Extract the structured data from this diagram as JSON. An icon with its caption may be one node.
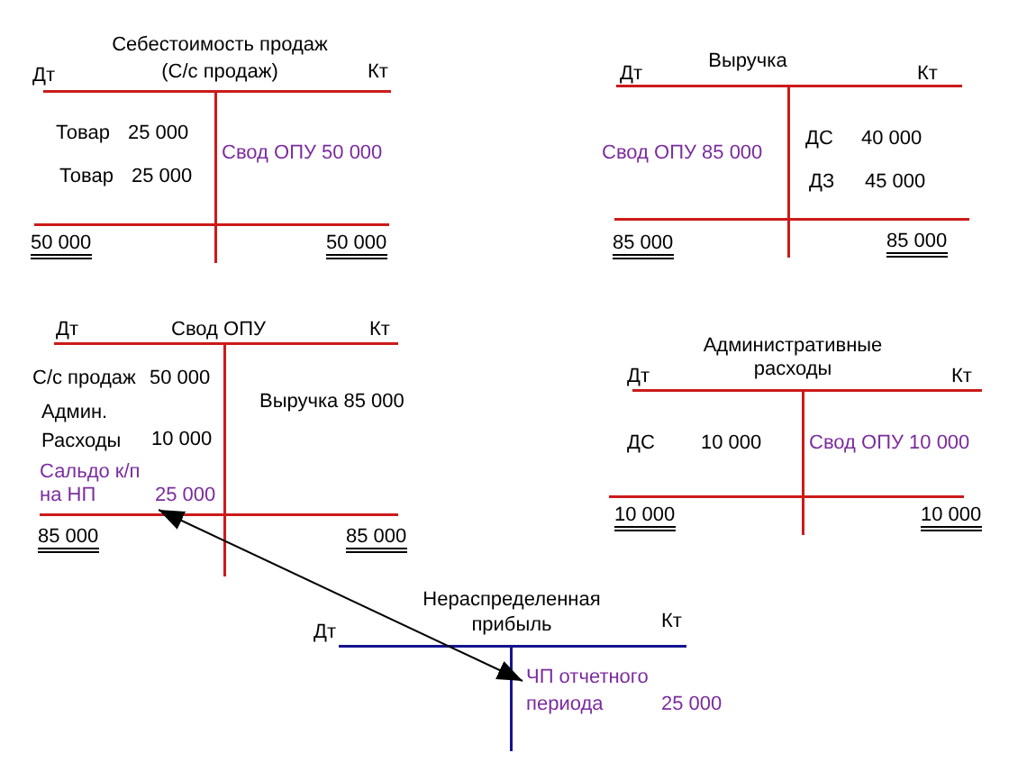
{
  "diagram": {
    "nodes": [
      {
        "text": [
          "Дт",
          "Себестоимость продаж (С/с продаж)",
          "Кт",
          "Товар",
          "25 000",
          "Товар",
          "25 000",
          "Свод ОПУ 50 000",
          "50 000",
          "50 000"
        ]
      },
      {
        "text": [
          "Выручка",
          "Дт",
          "Кт",
          "Свод ОПУ 85 000",
          "ДС",
          "40 000",
          "ДЗ",
          "45 000",
          "85 000",
          "85 000"
        ]
      },
      {
        "text": [
          "Дт",
          "Свод ОПУ",
          "Кт",
          "С/с продаж",
          "50 000",
          "Админ. Расходы",
          "10 000",
          "Выручка 85 000",
          "85 000",
          "85 000"
        ]
      },
      {
        "text": [
          "Сальдо к/п на НП",
          "25 000"
        ],
        "in": 2
      },
      {
        "text": [
          "Дт",
          "Административные расходы",
          "Кт",
          "ДС",
          "10 000",
          "Свод ОПУ 10 000",
          "10 000",
          "10 000"
        ]
      },
      {
        "text": [
          "Дт",
          "Нераспределенная прибыль",
          "Кт"
        ]
      },
      {
        "text": [
          "ЧП отчетного периода",
          "25 000"
        ],
        "in": 5
      }
    ],
    "edges": [
      {
        "from": 3,
        "to": 6,
        "arrow": "both"
      }
    ]
  }
}
